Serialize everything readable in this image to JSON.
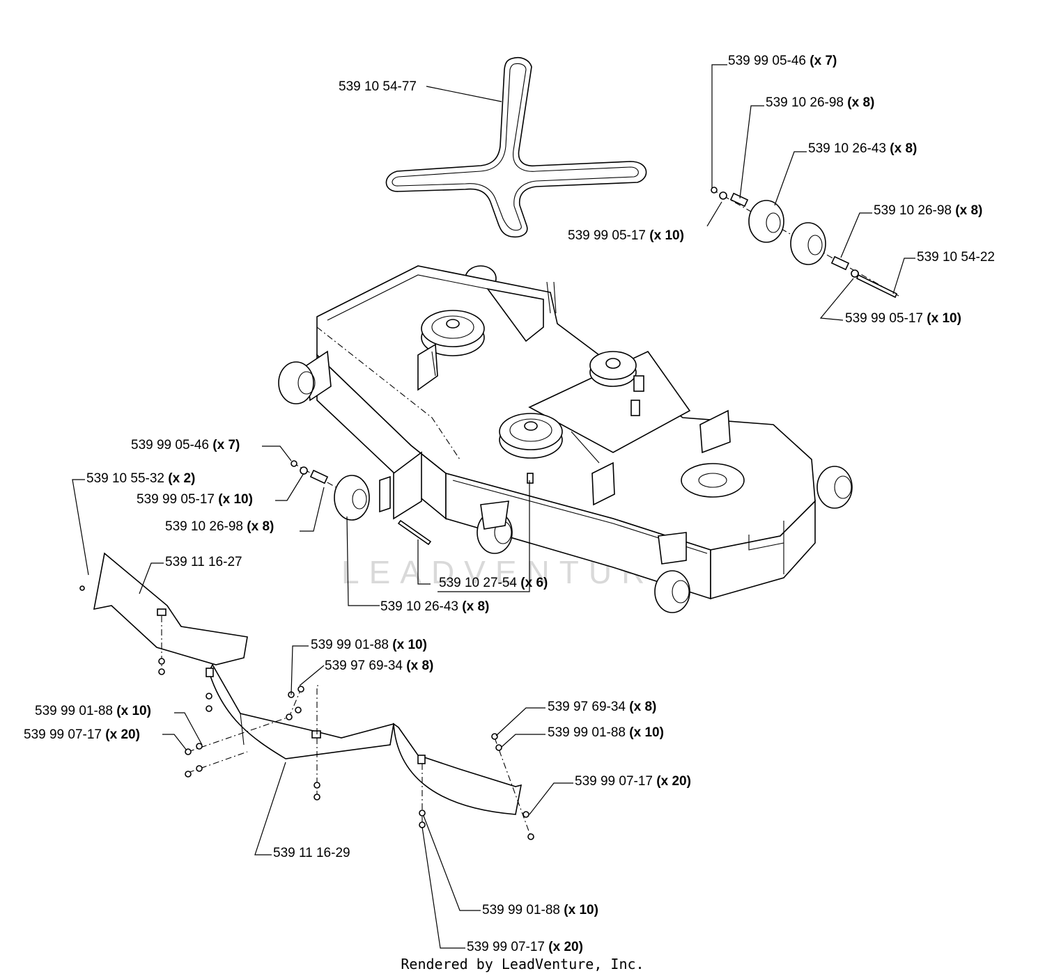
{
  "watermark": "LEADVENTURE",
  "footer": "Rendered by LeadVenture, Inc.",
  "callouts": [
    {
      "part": "539 10 54-77",
      "qty": ""
    },
    {
      "part": "539 99 05-46",
      "qty": "(x 7)"
    },
    {
      "part": "539 10 26-98",
      "qty": "(x 8)"
    },
    {
      "part": "539 10 26-43",
      "qty": "(x 8)"
    },
    {
      "part": "539 99 05-17",
      "qty": "(x 10)"
    },
    {
      "part": "539 10 26-98",
      "qty": "(x 8)"
    },
    {
      "part": "539 10 54-22",
      "qty": ""
    },
    {
      "part": "539 99 05-17",
      "qty": "(x 10)"
    },
    {
      "part": "539 99 05-46",
      "qty": "(x 7)"
    },
    {
      "part": "539 10 55-32",
      "qty": "(x 2)"
    },
    {
      "part": "539 99 05-17",
      "qty": "(x 10)"
    },
    {
      "part": "539 10 26-98",
      "qty": "(x 8)"
    },
    {
      "part": "539 11 16-27",
      "qty": ""
    },
    {
      "part": "539 10 27-54",
      "qty": "(x 6)"
    },
    {
      "part": "539 10 26-43",
      "qty": "(x 8)"
    },
    {
      "part": "539 99 01-88",
      "qty": "(x 10)"
    },
    {
      "part": "539 97 69-34",
      "qty": "(x 8)"
    },
    {
      "part": "539 99 01-88",
      "qty": "(x 10)"
    },
    {
      "part": "539 99 07-17",
      "qty": "(x 20)"
    },
    {
      "part": "539 97 69-34",
      "qty": "(x 8)"
    },
    {
      "part": "539 99 01-88",
      "qty": "(x 10)"
    },
    {
      "part": "539 99 07-17",
      "qty": "(x 20)"
    },
    {
      "part": "539 11 16-29",
      "qty": ""
    },
    {
      "part": "539 99 01-88",
      "qty": "(x 10)"
    },
    {
      "part": "539 99 07-17",
      "qty": "(x 20)"
    }
  ]
}
